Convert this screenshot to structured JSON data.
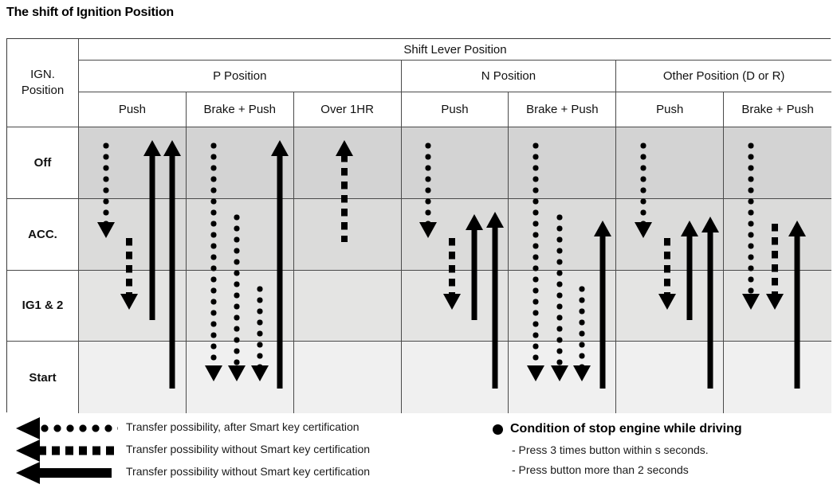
{
  "title": "The shift of Ignition Position",
  "table": {
    "corner_label": "IGN.\nPosition",
    "top_header": "Shift Lever Position",
    "groups": [
      {
        "label": "P Position",
        "span": 3
      },
      {
        "label": "N Position",
        "span": 2
      },
      {
        "label": "Other Position (D or R)",
        "span": 2
      }
    ],
    "columns": [
      {
        "label": "Push"
      },
      {
        "label": "Brake + Push"
      },
      {
        "label": "Over 1HR"
      },
      {
        "label": "Push"
      },
      {
        "label": "Brake + Push"
      },
      {
        "label": "Push"
      },
      {
        "label": "Brake + Push"
      }
    ],
    "rows": [
      {
        "label": "Off",
        "bg": "#d3d3d3"
      },
      {
        "label": "ACC.",
        "bg": "#dbdbda"
      },
      {
        "label": "IG1 & 2",
        "bg": "#e4e4e3"
      },
      {
        "label": "Start",
        "bg": "#f0f0f0"
      }
    ]
  },
  "arrows": [
    {
      "col": 0,
      "lane": 0,
      "style": "dotted",
      "dir": "down",
      "from": 0.18,
      "to": 1.55
    },
    {
      "col": 0,
      "lane": 1,
      "style": "dashed",
      "dir": "down",
      "from": 1.55,
      "to": 2.55
    },
    {
      "col": 0,
      "lane": 2,
      "style": "solid",
      "dir": "up",
      "from": 2.7,
      "to": 0.18
    },
    {
      "col": 0,
      "lane": 3,
      "style": "solid",
      "dir": "up",
      "from": 3.65,
      "to": 0.18
    },
    {
      "col": 1,
      "lane": 0,
      "style": "dotted",
      "dir": "down",
      "from": 0.18,
      "to": 3.55
    },
    {
      "col": 1,
      "lane": 1,
      "style": "dotted",
      "dir": "down",
      "from": 1.18,
      "to": 3.55
    },
    {
      "col": 1,
      "lane": 2,
      "style": "dotted",
      "dir": "down",
      "from": 2.18,
      "to": 3.55
    },
    {
      "col": 1,
      "lane": 3,
      "style": "solid",
      "dir": "up",
      "from": 3.65,
      "to": 0.18
    },
    {
      "col": 2,
      "lane": 1,
      "style": "dashed",
      "dir": "up",
      "from": 1.6,
      "to": 0.18
    },
    {
      "col": 3,
      "lane": 0,
      "style": "dotted",
      "dir": "down",
      "from": 0.18,
      "to": 1.55
    },
    {
      "col": 3,
      "lane": 1,
      "style": "dashed",
      "dir": "down",
      "from": 1.55,
      "to": 2.55
    },
    {
      "col": 3,
      "lane": 2,
      "style": "solid",
      "dir": "up",
      "from": 2.7,
      "to": 1.22
    },
    {
      "col": 3,
      "lane": 3,
      "style": "solid",
      "dir": "up",
      "from": 3.65,
      "to": 1.18
    },
    {
      "col": 4,
      "lane": 0,
      "style": "dotted",
      "dir": "down",
      "from": 0.18,
      "to": 3.55
    },
    {
      "col": 4,
      "lane": 1,
      "style": "dotted",
      "dir": "down",
      "from": 1.18,
      "to": 3.55
    },
    {
      "col": 4,
      "lane": 2,
      "style": "dotted",
      "dir": "down",
      "from": 2.18,
      "to": 3.55
    },
    {
      "col": 4,
      "lane": 3,
      "style": "solid",
      "dir": "up",
      "from": 3.65,
      "to": 1.3
    },
    {
      "col": 5,
      "lane": 0,
      "style": "dotted",
      "dir": "down",
      "from": 0.18,
      "to": 1.55
    },
    {
      "col": 5,
      "lane": 1,
      "style": "dashed",
      "dir": "down",
      "from": 1.55,
      "to": 2.55
    },
    {
      "col": 5,
      "lane": 2,
      "style": "solid",
      "dir": "up",
      "from": 2.7,
      "to": 1.3
    },
    {
      "col": 5,
      "lane": 3,
      "style": "solid",
      "dir": "up",
      "from": 3.65,
      "to": 1.25
    },
    {
      "col": 6,
      "lane": 0,
      "style": "dotted",
      "dir": "down",
      "from": 0.18,
      "to": 2.55
    },
    {
      "col": 6,
      "lane": 1,
      "style": "dashed",
      "dir": "down",
      "from": 1.35,
      "to": 2.55
    },
    {
      "col": 6,
      "lane": 2,
      "style": "solid",
      "dir": "up",
      "from": 3.65,
      "to": 1.3
    }
  ],
  "legend": {
    "items": [
      {
        "style": "dotted",
        "text": "Transfer possibility, after Smart key certification"
      },
      {
        "style": "dashed",
        "text": "Transfer possibility without Smart key certification"
      },
      {
        "style": "solid",
        "text": "Transfer possibility without Smart key certification"
      }
    ],
    "condition_title": "Condition of stop engine while driving",
    "condition_items": [
      "- Press 3 times button within s seconds.",
      "- Press button more than 2 seconds"
    ]
  }
}
